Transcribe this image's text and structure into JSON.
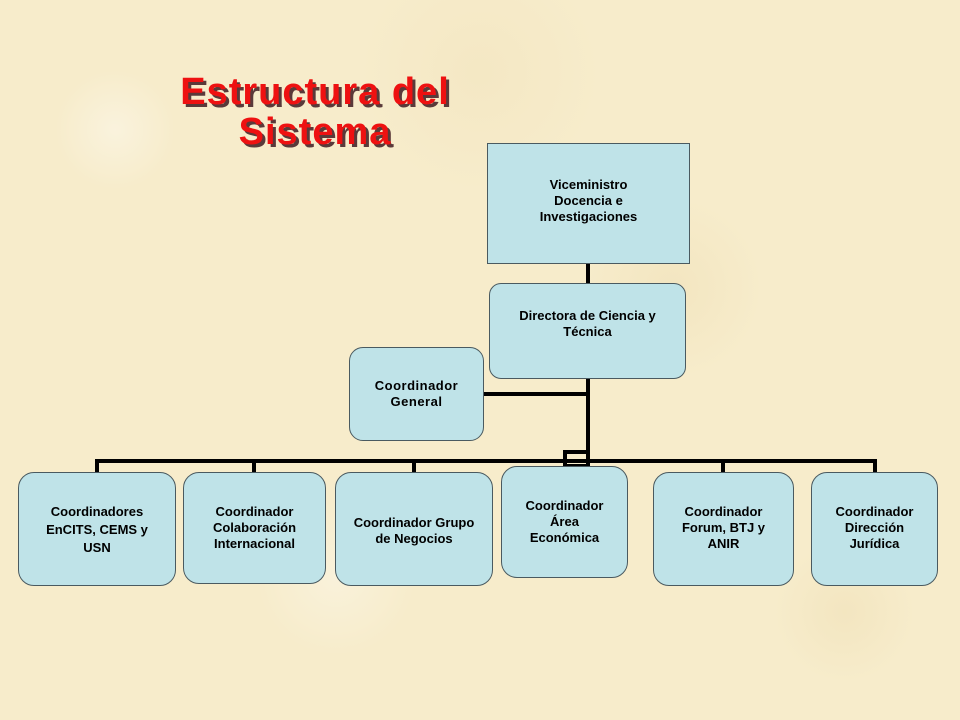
{
  "title": {
    "line1": "Estructura del",
    "line2": "Sistema"
  },
  "colors": {
    "background": "#f7eccb",
    "title": "#ee1111",
    "node_fill": "#bfe3e8",
    "connector": "#000000"
  },
  "org_chart": {
    "root": "Viceministro\nDocencia e\nInvestigaciones",
    "directora": "Directora de Ciencia y\nTécnica",
    "general": "Coordinador\nGeneral",
    "children": [
      "Coordinadores\nEnCITS, CEMS y\nUSN",
      "Coordinador\nColaboración\nInternacional",
      "Coordinador Grupo\nde Negocios",
      "Coordinador\nÁrea\nEconómica",
      "Coordinador\nForum, BTJ y\nANIR",
      "Coordinador\nDirección\nJurídica"
    ]
  }
}
